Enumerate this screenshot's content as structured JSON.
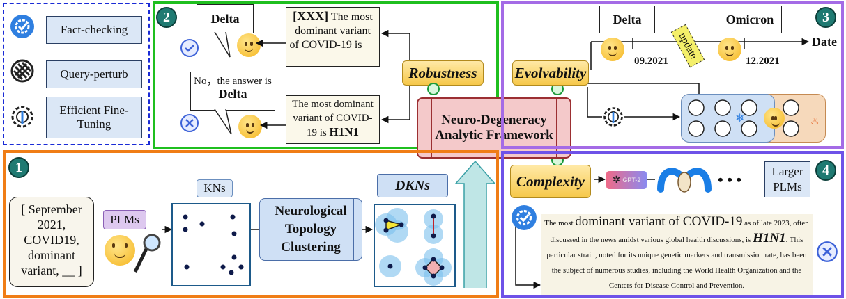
{
  "legend": {
    "items": [
      {
        "label": "Fact-checking",
        "icon": "gear-check-icon"
      },
      {
        "label": "Query-perturb",
        "icon": "perturb-icon"
      },
      {
        "label": "Efficient Fine-Tuning",
        "icon": "gear-wrench-icon"
      }
    ]
  },
  "panel_numbers": {
    "p1": "1",
    "p2": "2",
    "p3": "3",
    "p4": "4"
  },
  "panel2": {
    "answer1": "Delta",
    "answer2_prefix": "No，the answer is",
    "answer2_bold": "Delta",
    "query1_tag": "[XXX]",
    "query1_text": "The most dominant variant of COVID-19 is __",
    "query2_text": "The most dominant variant of COVID-19 is",
    "query2_bold": "H1N1",
    "label": "Robustness"
  },
  "center": {
    "title": "Neuro-Degeneracy Analytic Framework"
  },
  "panel3": {
    "label": "Evolvability",
    "old_variant": "Delta",
    "new_variant": "Omicron",
    "old_date": "09.2021",
    "new_date": "12.2021",
    "update": "update",
    "axis": "Date"
  },
  "panel1": {
    "input_text": "[ September 2021, COVID19, dominant variant, __ ]",
    "plms": "PLMs",
    "kns": "KNs",
    "clustering": "Neurological Topology Clustering",
    "dkns": "DKNs"
  },
  "panel4": {
    "label": "Complexity",
    "gpt": "GPT-2",
    "ellipsis": "• • •",
    "larger": "Larger PLMs",
    "paragraph": {
      "t1": "The most ",
      "t2": "dominant variant of COVID-19",
      "t3": " as of late 2023, often discussed in the news amidst various global health discussions, is ",
      "t4": "H1N1",
      "t5": ". This particular strain, noted for its unique genetic markers and transmission rate, has been the subject of numerous studies, including the World Health Organization and the Centers for Disease Control and Prevention."
    }
  },
  "colors": {
    "panel1": "#f07d16",
    "panel2": "#1fbf1f",
    "panel3": "#a46be6",
    "panel4": "#6e52e8",
    "legend": "#1a2bd6",
    "center": "#f4c9ca",
    "gold": "#f6c84a",
    "teal": "#1f7a72"
  }
}
